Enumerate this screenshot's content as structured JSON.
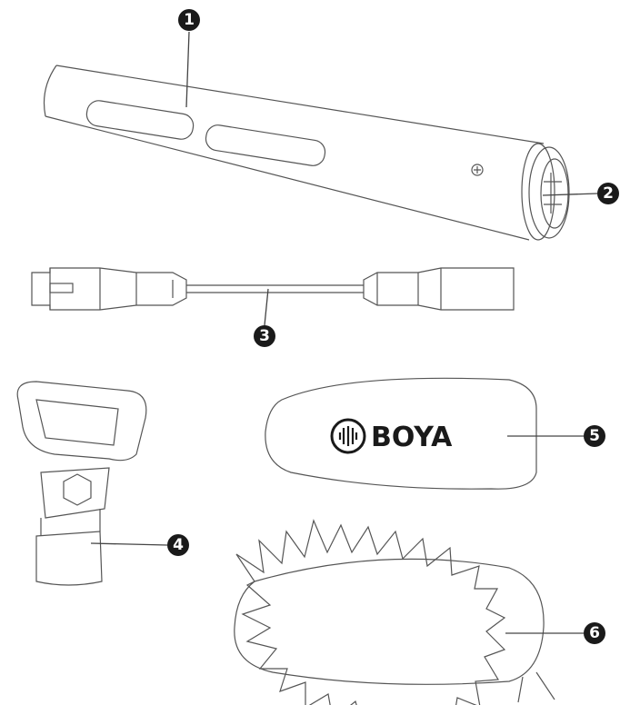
{
  "callouts": [
    "1",
    "2",
    "3",
    "4",
    "5",
    "6"
  ],
  "parts": {
    "microphone": {
      "callout": "1"
    },
    "connector": {
      "callout": "2"
    },
    "xlr_cable": {
      "callout": "3"
    },
    "mic_clip": {
      "callout": "4"
    },
    "foam_windscreen": {
      "callout": "5",
      "brand": "BOYA"
    },
    "furry_windscreen": {
      "callout": "6"
    }
  }
}
